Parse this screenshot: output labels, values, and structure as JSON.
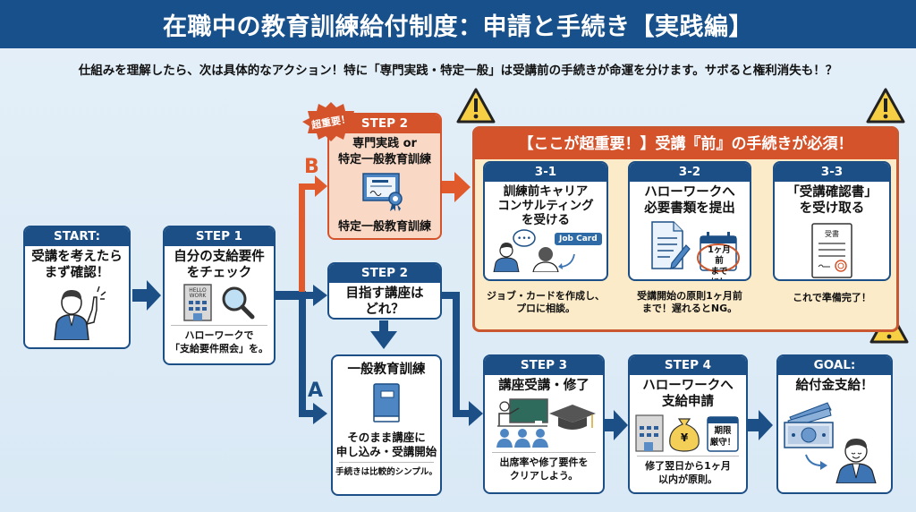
{
  "header": {
    "title": "在職中の教育訓練給付制度：申請と手続き【実践編】"
  },
  "subtitle": "仕組みを理解したら、次は具体的なアクション！特に「専門実践・特定一般」は受講前の手続きが命運を分けます。サボると権利消失も！？",
  "colors": {
    "navy": "#1c4f86",
    "orange": "#d5532b",
    "warn_bg": "#fcebc8",
    "warn_yellow": "#f6cf45"
  },
  "start": {
    "header": "START:",
    "title_line1": "受講を考えたら",
    "title_line2": "まず確認！",
    "icon": "pointing-person-icon"
  },
  "step1": {
    "header": "STEP 1",
    "title_line1": "自分の支給要件",
    "title_line2": "をチェック",
    "building_sign_1": "HELLO",
    "building_sign_2": "WORK",
    "note_line1": "ハローワークで",
    "note_line2": "「支給要件照会」を。"
  },
  "branch_b": {
    "letter": "B",
    "badge": "超重要！",
    "header": "STEP 2",
    "title_line1": "専門実践 or",
    "title_line2": "特定一般教育訓練",
    "footer": "特定一般教育訓練",
    "icon": "certificate-icon"
  },
  "branch_mid": {
    "header": "STEP 2",
    "title_line1": "目指す講座は",
    "title_line2": "どれ？"
  },
  "branch_a": {
    "letter": "A",
    "title": "一般教育訓練",
    "body_line1": "そのまま講座に",
    "body_line2": "申し込み・受講開始",
    "note": "手続きは比較的シンプル。",
    "icon": "book-icon"
  },
  "warning_zone": {
    "title": "【ここが超重要！】受講『前』の手続きが必須！",
    "steps": [
      {
        "header": "3-1",
        "title_lines": [
          "訓練前キャリア",
          "コンサルティング",
          "を受ける"
        ],
        "badge": "Job Card",
        "note_lines": [
          "ジョブ・カードを作成し、",
          "プロに相談。"
        ]
      },
      {
        "header": "3-2",
        "title_lines": [
          "ハローワークへ",
          "必要書類を提出"
        ],
        "badge_lines": [
          "1ヶ月前",
          "までに！"
        ],
        "note_lines": [
          "受講開始の原則1ヶ月前",
          "まで！遅れるとNG。"
        ]
      },
      {
        "header": "3-3",
        "title_lines": [
          "「受講確認書」",
          "を受け取る"
        ],
        "doc_label": "受書",
        "note_lines": [
          "これで準備完了！"
        ]
      }
    ]
  },
  "step3": {
    "header": "STEP 3",
    "title": "講座受講・修了",
    "note_line1": "出席率や修了要件を",
    "note_line2": "クリアしよう。"
  },
  "step4": {
    "header": "STEP 4",
    "title_line1": "ハローワークへ",
    "title_line2": "支給申請",
    "calendar_line1": "期限",
    "calendar_line2": "厳守！",
    "yen": "¥",
    "note_line1": "修了翌日から1ヶ月",
    "note_line2": "以内が原則。"
  },
  "goal": {
    "header": "GOAL:",
    "title": "給付金支給！"
  }
}
